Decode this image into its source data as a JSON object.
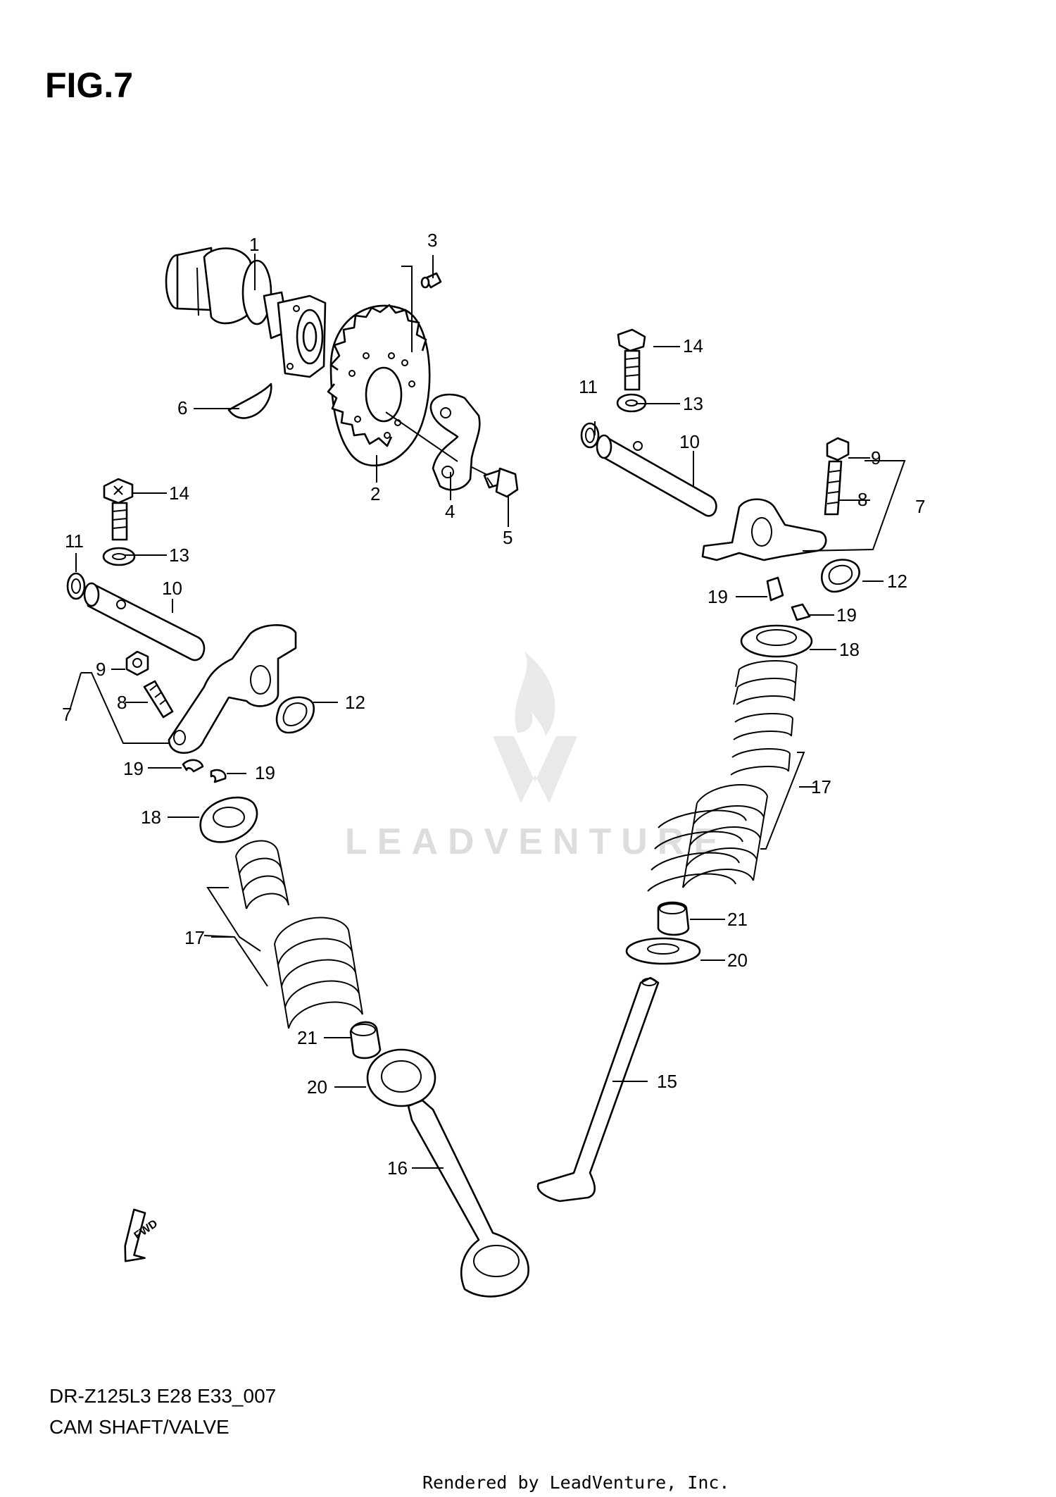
{
  "figure": {
    "title": "FIG.7",
    "model_code": "DR-Z125L3 E28 E33_007",
    "name": "CAM SHAFT/VALVE",
    "credit": "Rendered by LeadVenture, Inc.",
    "watermark": "LEADVENTURE",
    "fwd_label": "FWD"
  },
  "callouts": {
    "n1": "1",
    "n2": "2",
    "n3": "3",
    "n4": "4",
    "n5": "5",
    "n6": "6",
    "n7": "7",
    "n8": "8",
    "n9": "9",
    "n10": "10",
    "n11": "11",
    "n12": "12",
    "n13": "13",
    "n14": "14",
    "n15": "15",
    "n16": "16",
    "n17": "17",
    "n18": "18",
    "n19": "19",
    "n20": "20",
    "n21": "21"
  }
}
